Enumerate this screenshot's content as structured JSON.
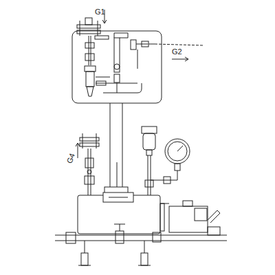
{
  "diagram": {
    "labels": [
      "G1",
      "G2",
      "G4"
    ]
  }
}
